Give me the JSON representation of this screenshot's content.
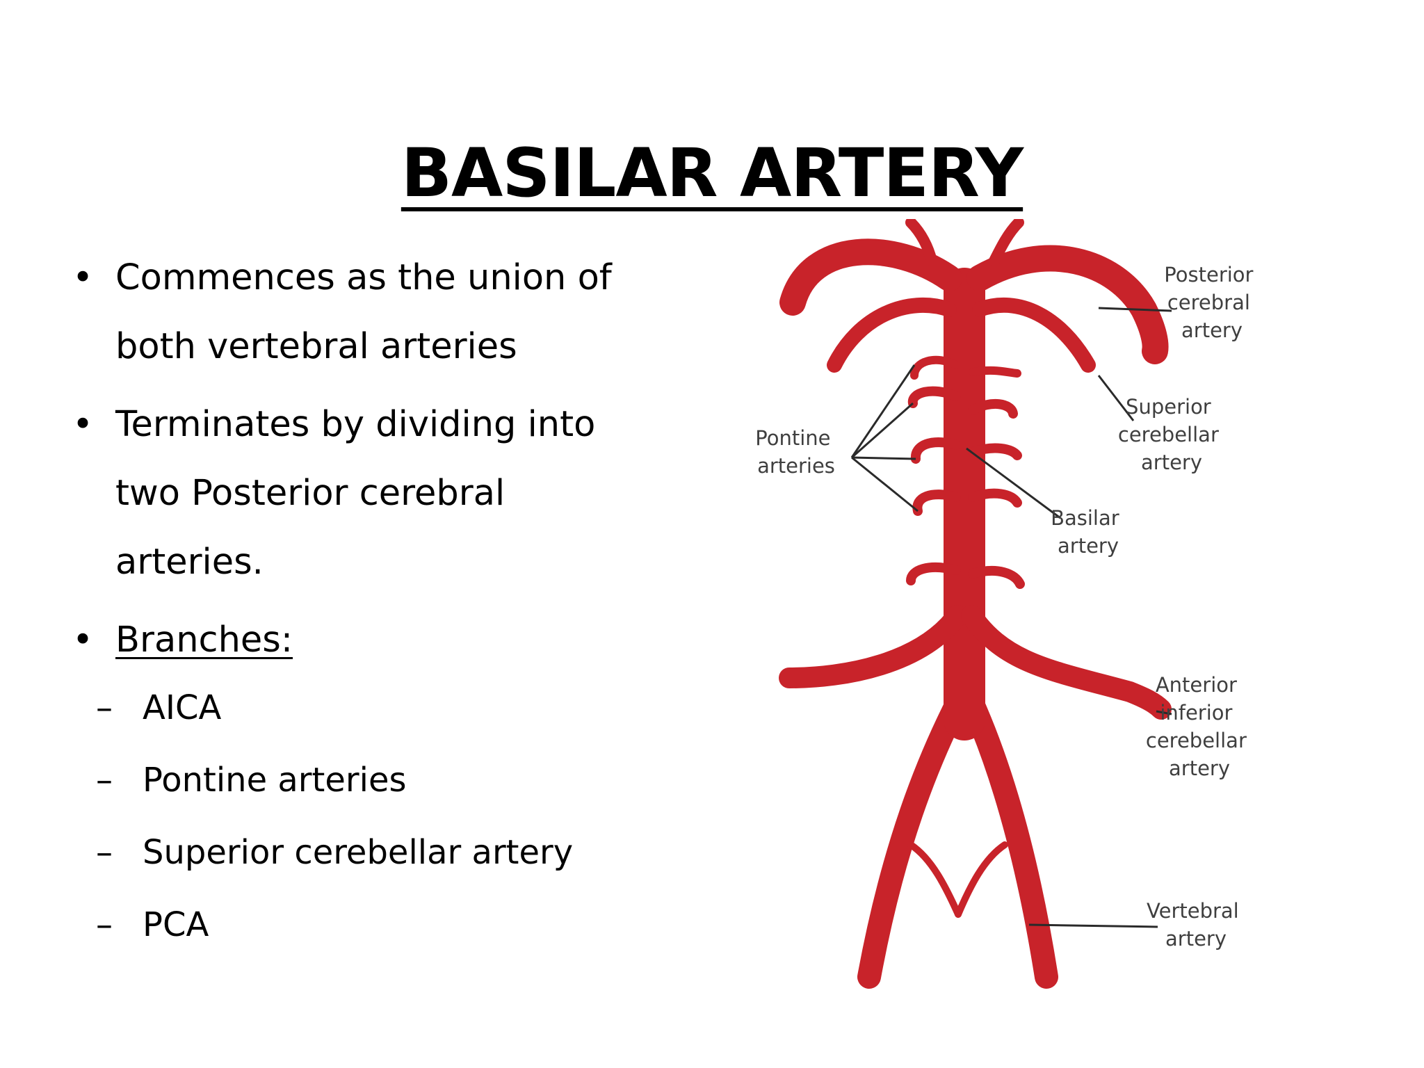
{
  "slide": {
    "title": "BASILAR ARTERY",
    "bullets": [
      {
        "line1": "Commences as the union of",
        "line2": "both vertebral arteries"
      },
      {
        "line1": "Terminates by dividing into",
        "line2": "two Posterior cerebral",
        "line3": "arteries."
      },
      {
        "label": "Branches:"
      }
    ],
    "branches": [
      "AICA",
      "Pontine arteries",
      "Superior cerebellar artery",
      "PCA"
    ]
  },
  "diagram": {
    "artery_color": "#c8232a",
    "labels": {
      "posterior_cerebral": [
        "Posterior",
        "cerebral",
        "artery"
      ],
      "superior_cerebellar": [
        "Superior",
        "cerebellar",
        "artery"
      ],
      "pontine": [
        "Pontine",
        "arteries"
      ],
      "basilar": [
        "Basilar",
        "artery"
      ],
      "aica": [
        "Anterior",
        "inferior",
        "cerebellar",
        "artery"
      ],
      "vertebral": [
        "Vertebral",
        "artery"
      ]
    }
  }
}
